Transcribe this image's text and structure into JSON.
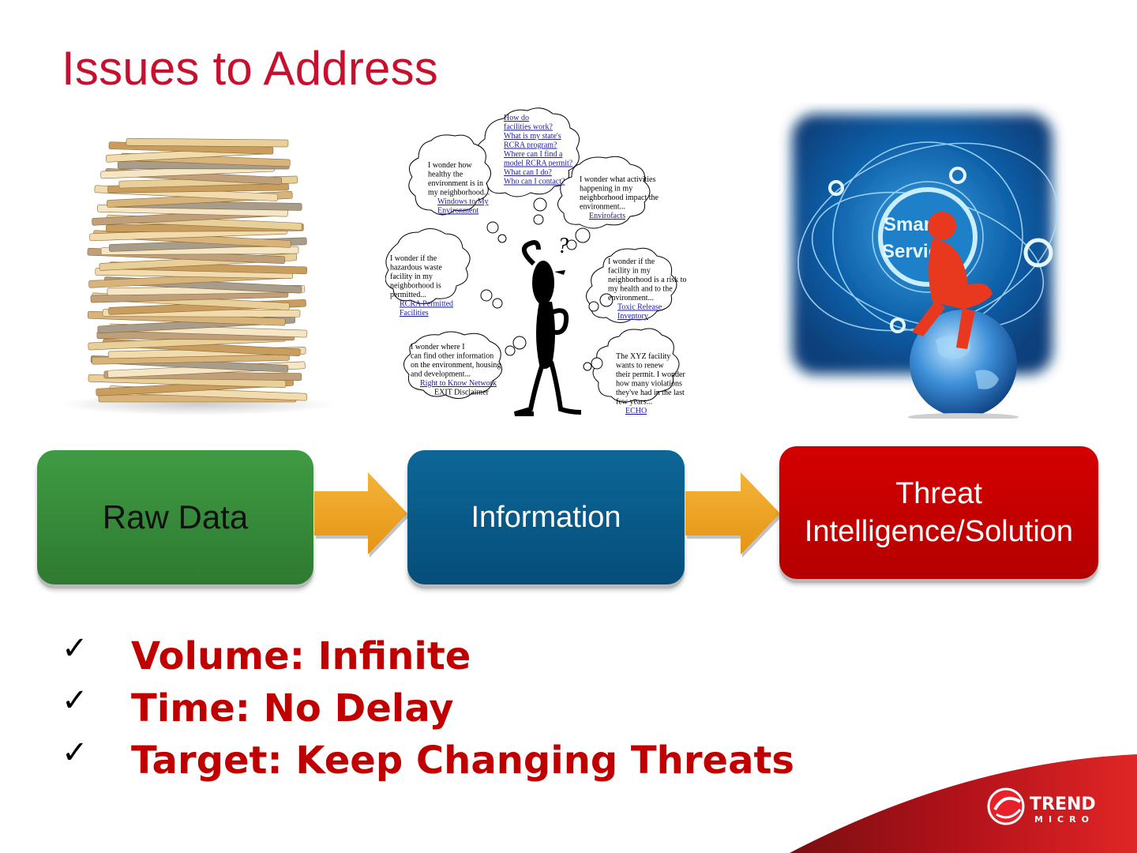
{
  "slide": {
    "title": "Issues to Address"
  },
  "thought_bubbles": [
    {
      "lines": [
        "How do",
        "facilities work?",
        "What is my state's",
        "RCRA program?",
        "Where can I find a",
        "model RCRA permit?",
        "What can I do?",
        "Who can I contact?"
      ]
    },
    {
      "lines": [
        "I wonder how",
        "healthy the",
        "environment is in",
        "my neighborhood..."
      ],
      "link": [
        "Windows to My",
        "Environment"
      ]
    },
    {
      "lines": [
        "I wonder what activities",
        "happening in my",
        "neighborhood impact the",
        "environment..."
      ],
      "link": [
        "Envirofacts"
      ]
    },
    {
      "lines": [
        "I wonder if the",
        "hazardous waste",
        "facility in my",
        "neighborhood is",
        "permitted..."
      ],
      "link": [
        "RCRA Permitted",
        "Facilities"
      ]
    },
    {
      "lines": [
        "I wonder if the",
        "facility in my",
        "neighborhood is a risk to",
        "my health and to the",
        "environment..."
      ],
      "link": [
        "Toxic Release",
        "Inventory"
      ]
    },
    {
      "lines": [
        "I wonder where I",
        "can find other information",
        "on the environment, housing",
        "and development..."
      ],
      "link": [
        "Right to Know Network"
      ],
      "extra": "EXIT Disclaimer"
    },
    {
      "lines": [
        "The XYZ facility",
        "wants to renew",
        "their permit. I wonder",
        "how many violations",
        "they've had in the last",
        "few years..."
      ],
      "link": [
        "ECHO"
      ]
    }
  ],
  "smart_service": {
    "line1": "Smart",
    "line2": "Service"
  },
  "flow": {
    "raw_data": "Raw Data",
    "information": "Information",
    "threat_line1": "Threat",
    "threat_line2": "Intelligence/Solution",
    "colors": {
      "raw": "#3a8f3e",
      "info": "#095b89",
      "threat": "#c40000",
      "arrow": "#f0a51e"
    }
  },
  "bullets": [
    {
      "check": "✓",
      "text": "Volume:  Infinite"
    },
    {
      "check": "✓",
      "text": "Time: No Delay"
    },
    {
      "check": "✓",
      "text": "Target: Keep Changing Threats"
    }
  ],
  "brand": {
    "name_top": "TREND",
    "name_bottom": "MICRO",
    "color": "#c8102e"
  }
}
